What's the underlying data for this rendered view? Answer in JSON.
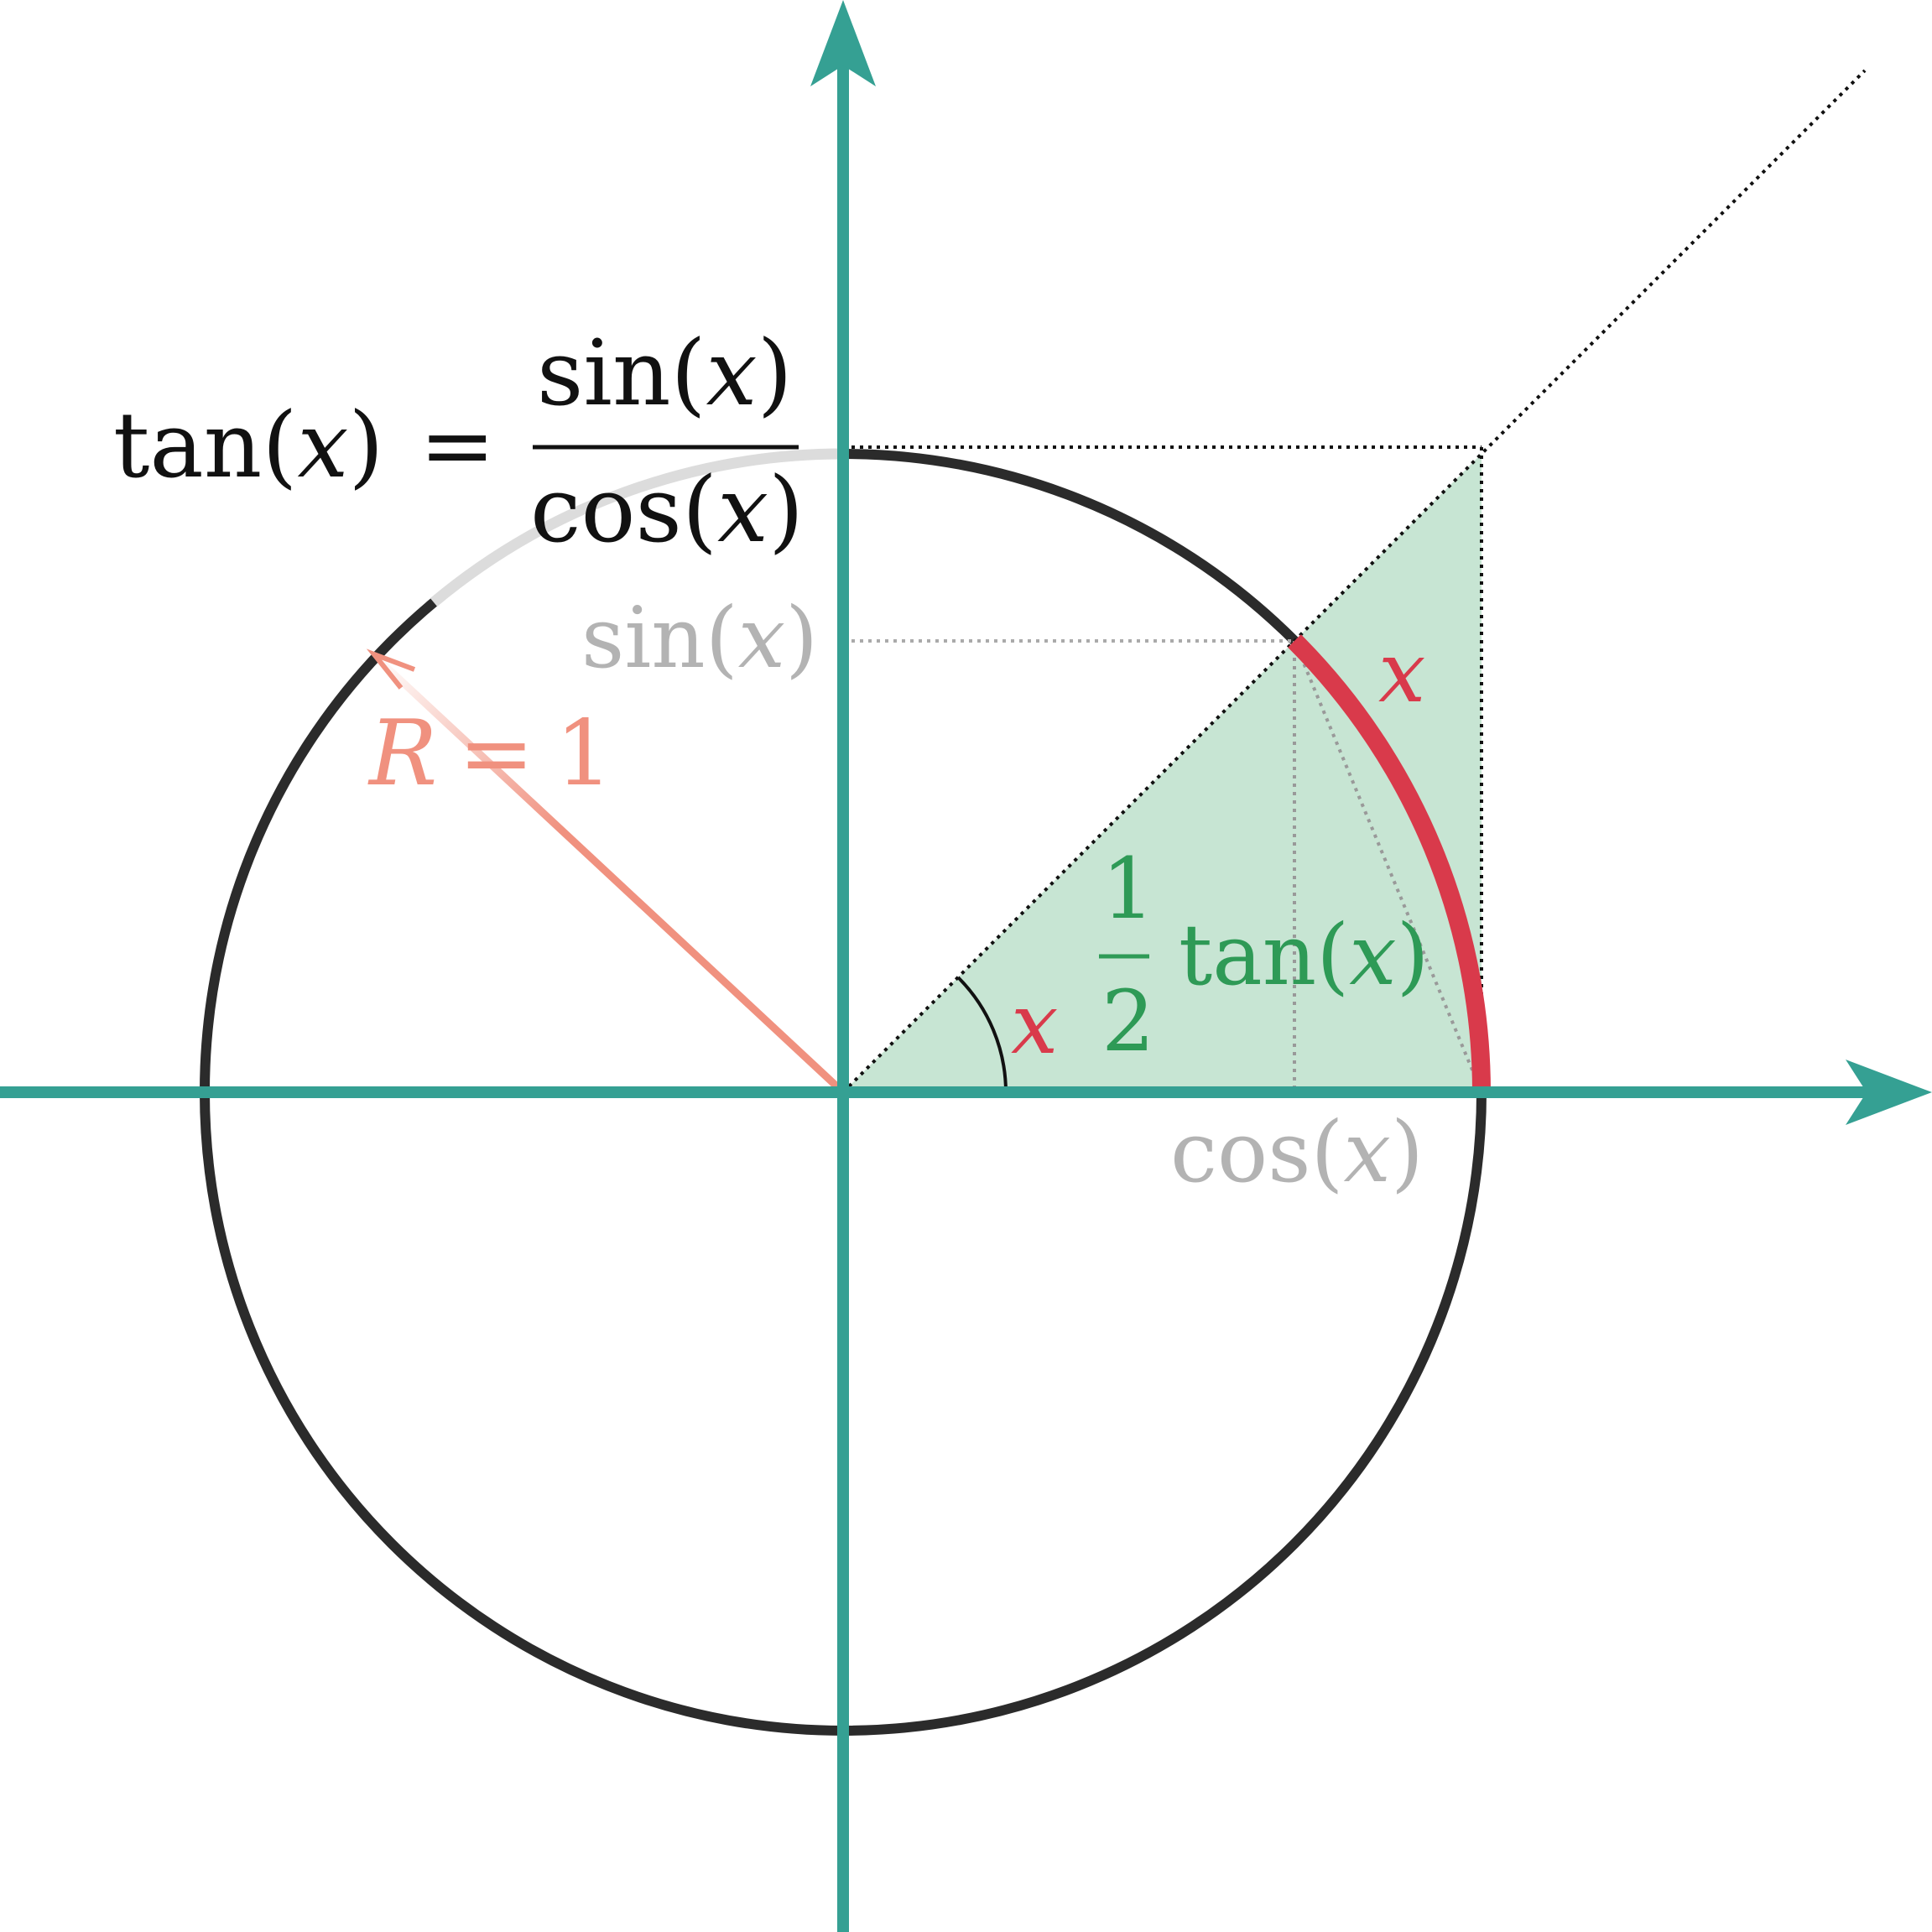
{
  "colors": {
    "axis": "#35a093",
    "circle": "#2b2b2b",
    "circle_faded": "#dcdcdc",
    "arc": "#d93a4b",
    "radius": "#f0917f",
    "triangle_fill": "#c7e5d3",
    "triangle_label": "#2e9a56",
    "helper_label": "#b3b3b3",
    "helper_line": "#999999",
    "text": "#111111"
  },
  "formula": {
    "lhs_func": "tan",
    "lhs_open": "(",
    "lhs_var": "x",
    "lhs_close": ")",
    "equals": "=",
    "numerator_func": "sin",
    "numerator_open": "(",
    "numerator_var": "x",
    "numerator_close": ")",
    "denominator_func": "cos",
    "denominator_open": "(",
    "denominator_var": "x",
    "denominator_close": ")"
  },
  "labels": {
    "sin_func": "sin",
    "sin_open": "(",
    "sin_var": "x",
    "sin_close": ")",
    "cos_func": "cos",
    "cos_open": "(",
    "cos_var": "x",
    "cos_close": ")",
    "radius_var": "R",
    "radius_eq": "=",
    "radius_val": "1",
    "arc_label": "x",
    "angle_label": "x",
    "area_num": "1",
    "area_den": "2",
    "area_func": "tan",
    "area_open": "(",
    "area_var": "x",
    "area_close": ")"
  },
  "geometry_values": {
    "angle_deg": 45,
    "radius": 1
  }
}
